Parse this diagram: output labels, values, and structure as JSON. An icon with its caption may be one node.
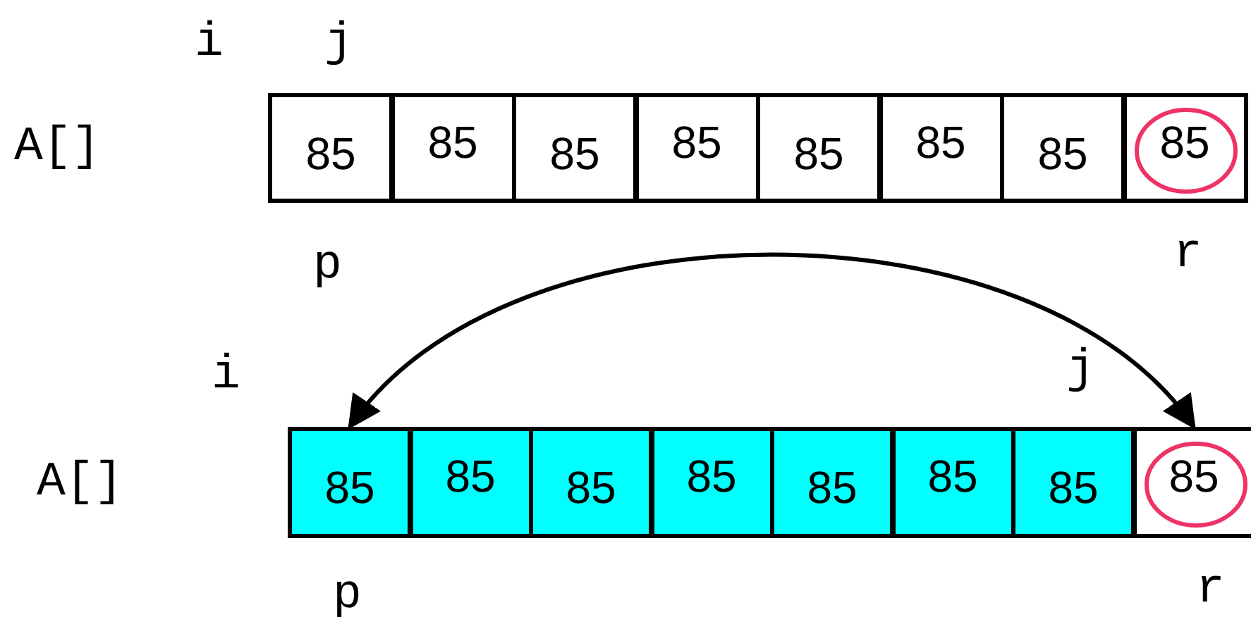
{
  "diagram": {
    "nodes": [
      {
        "text": [
          "85"
        ]
      },
      {
        "text": [
          "85"
        ]
      },
      {
        "text": [
          "85"
        ]
      },
      {
        "text": [
          "85"
        ]
      },
      {
        "text": [
          "85"
        ]
      },
      {
        "text": [
          "85"
        ]
      },
      {
        "text": [
          "85"
        ]
      },
      {
        "text": [
          "85"
        ]
      },
      {
        "text": [
          "85"
        ]
      },
      {
        "text": [
          "85"
        ]
      },
      {
        "text": [
          "85"
        ]
      },
      {
        "text": [
          "85"
        ]
      },
      {
        "text": [
          "85"
        ]
      },
      {
        "text": [
          "85"
        ]
      },
      {
        "text": [
          "85"
        ]
      },
      {
        "text": [
          "85"
        ]
      }
    ],
    "edges": [
      {
        "from": 8,
        "to": 15,
        "arrow": "both"
      }
    ],
    "labels": [
      "i",
      "j",
      "A[]",
      "p",
      "r",
      "i",
      "j",
      "A[]",
      "p",
      "r"
    ]
  }
}
